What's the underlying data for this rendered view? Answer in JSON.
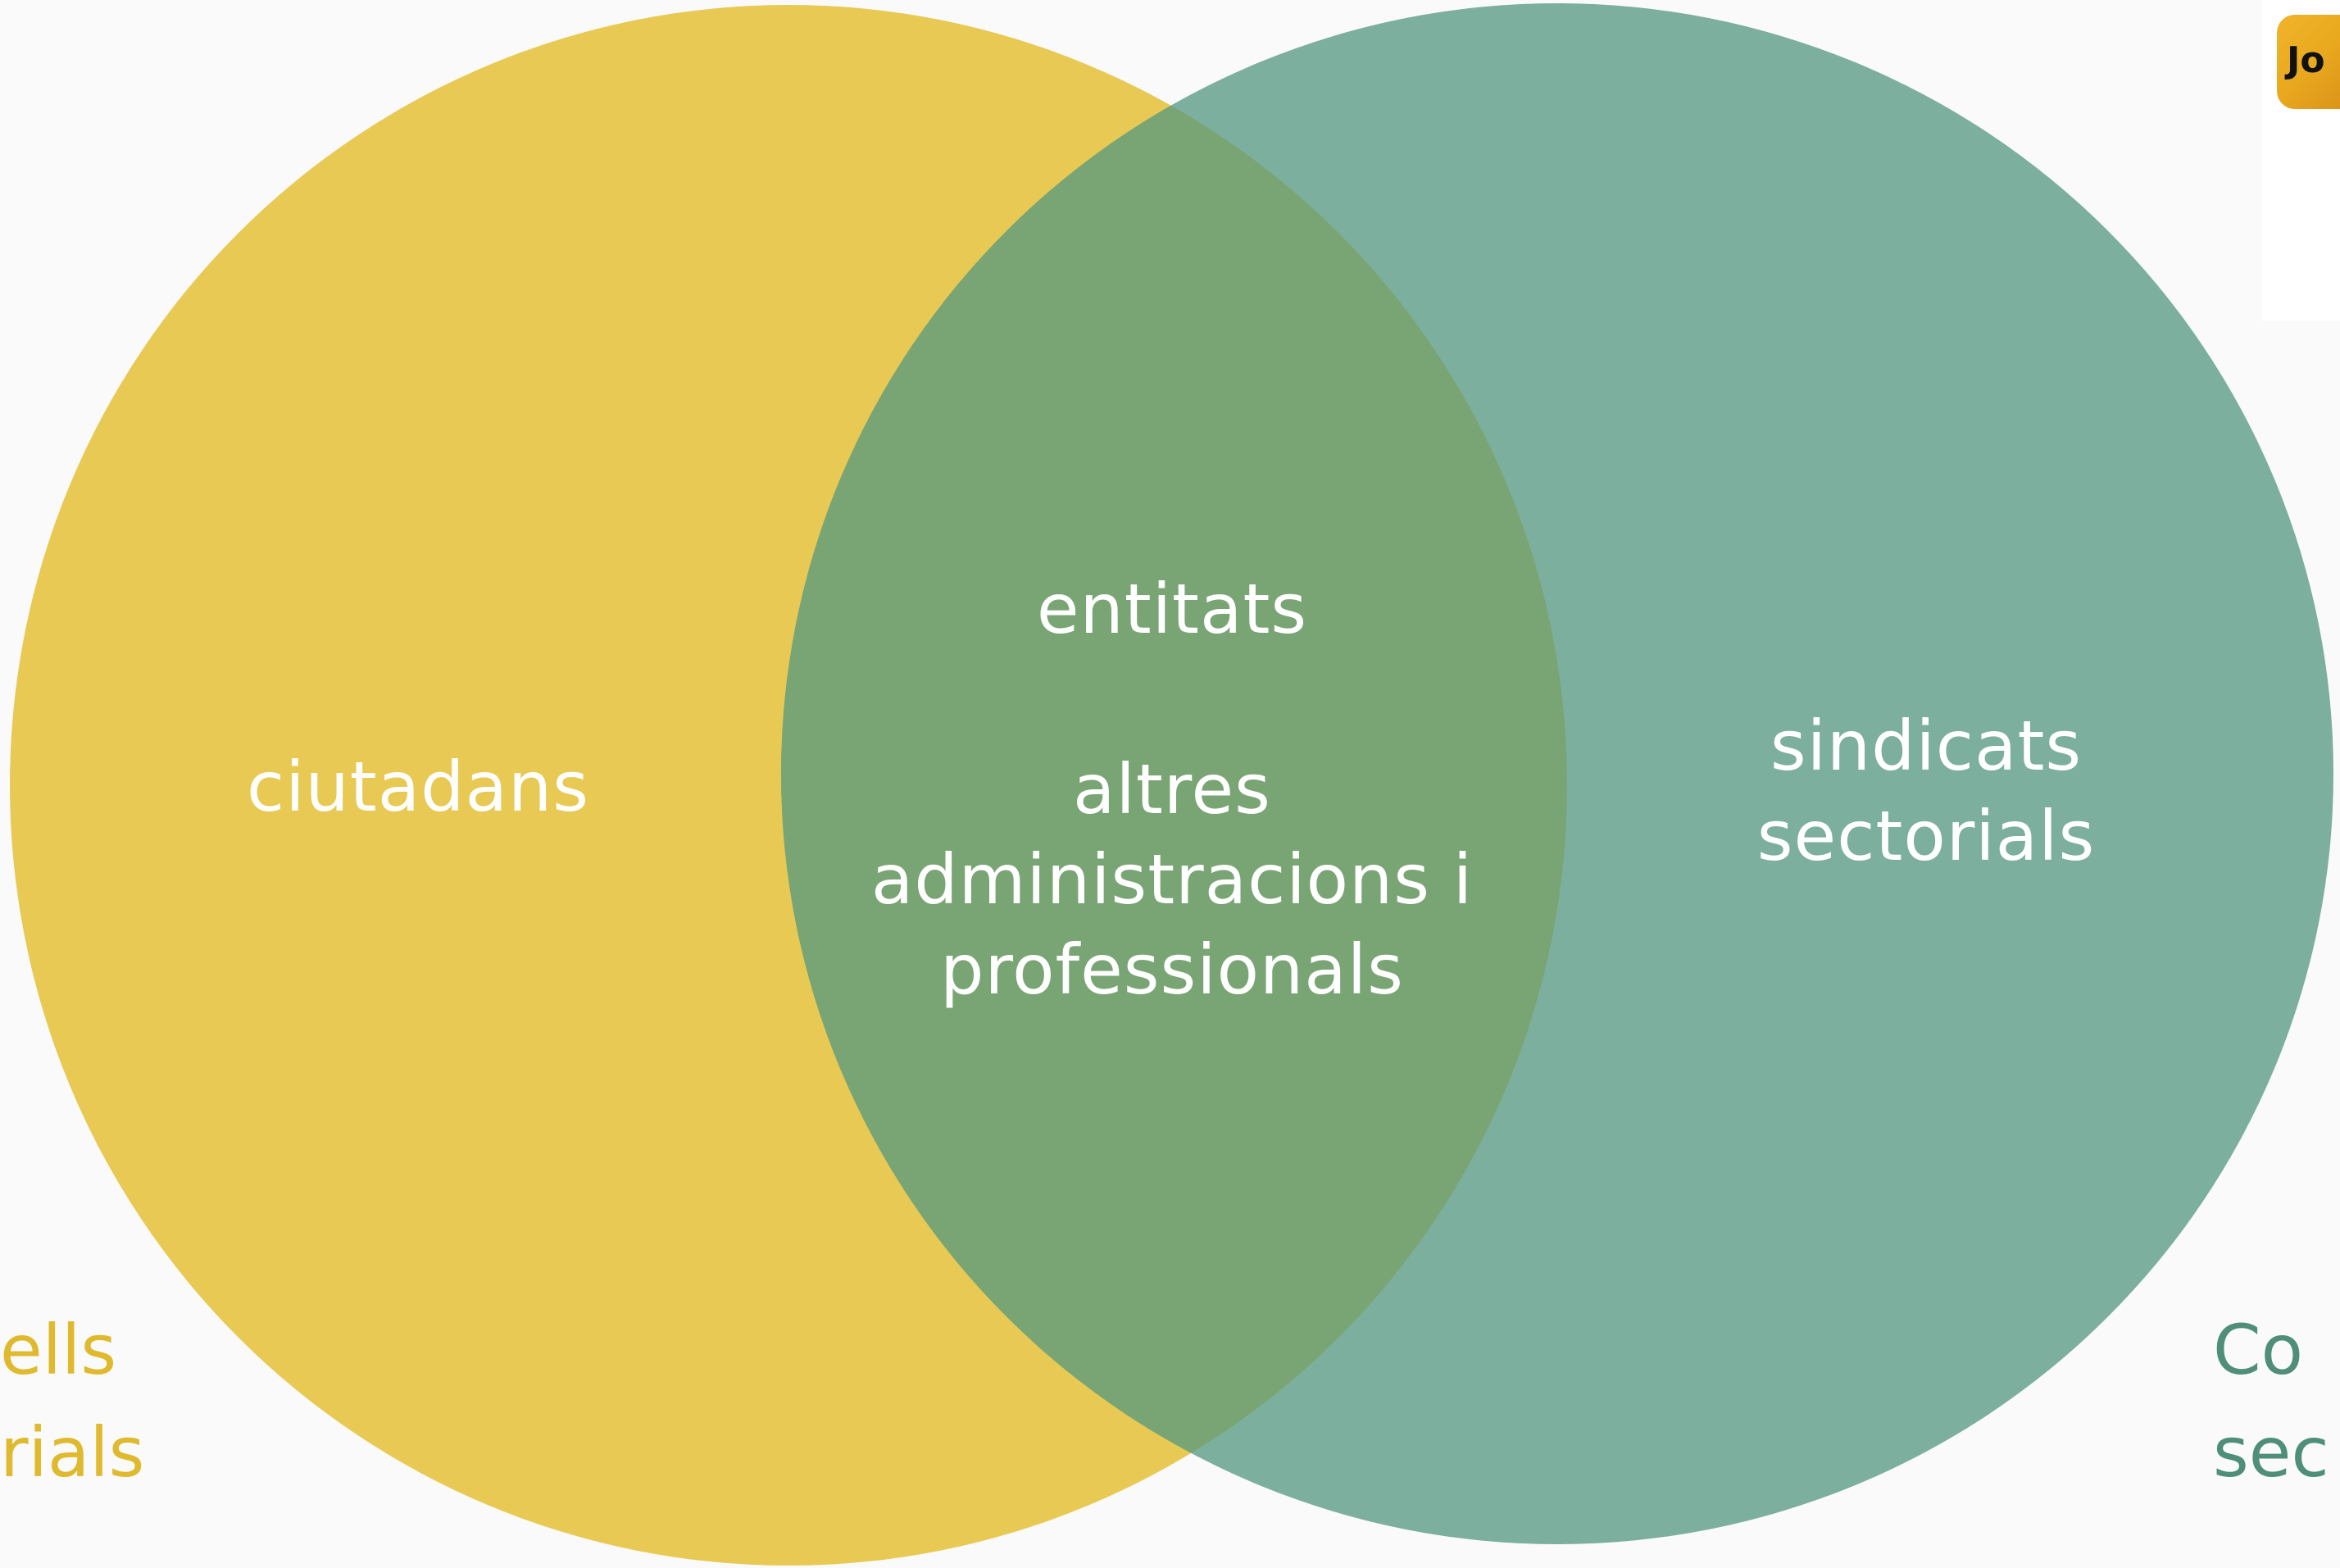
{
  "colors": {
    "background": "#fafafa",
    "left_circle": "#e8c954",
    "right_circle": "#7caf9e",
    "overlap": "#79a574",
    "inner_text": "#ffffff",
    "left_outer_label": "#dfb92e",
    "right_outer_label": "#4f8f79"
  },
  "diagram": {
    "type": "venn",
    "left_region": "ciutadans",
    "overlap_region": {
      "top": "entitats",
      "bottom": "altres\nadministracions i\nprofessionals"
    },
    "right_region": "sindicats\nsectorials"
  },
  "outer_labels": {
    "left": "ells\nrials",
    "right": "Co\nsec"
  },
  "thumbnail": {
    "logo_text": "Jo",
    "icon": "app-logo-icon"
  }
}
